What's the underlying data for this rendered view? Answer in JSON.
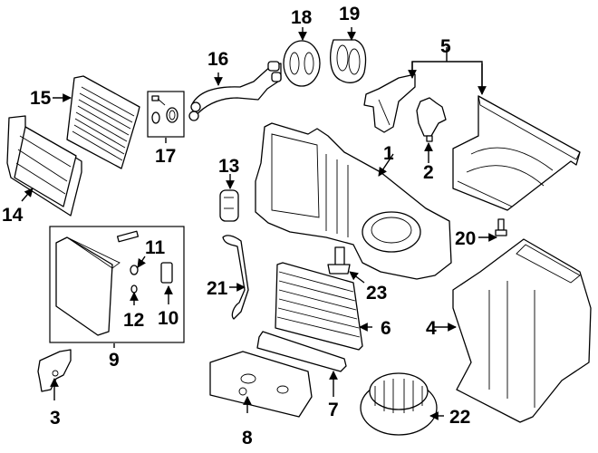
{
  "diagram": {
    "type": "exploded-parts-diagram",
    "subject": "HVAC heater / evaporator housing assembly",
    "callouts": [
      {
        "id": "c1",
        "label": "1",
        "part": "housing-upper"
      },
      {
        "id": "c2",
        "label": "2",
        "part": "actuator"
      },
      {
        "id": "c3",
        "label": "3",
        "part": "actuator-lower"
      },
      {
        "id": "c4",
        "label": "4",
        "part": "housing-lower"
      },
      {
        "id": "c5",
        "label": "5",
        "part": "housing-cover-with-bracket"
      },
      {
        "id": "c6",
        "label": "6",
        "part": "cabin-air-filter"
      },
      {
        "id": "c7",
        "label": "7",
        "part": "filter-cover-strip"
      },
      {
        "id": "c8",
        "label": "8",
        "part": "filter-access-plate"
      },
      {
        "id": "c9",
        "label": "9",
        "part": "evaporator-kit"
      },
      {
        "id": "c10",
        "label": "10",
        "part": "expansion-valve"
      },
      {
        "id": "c11",
        "label": "11",
        "part": "o-ring"
      },
      {
        "id": "c12",
        "label": "12",
        "part": "o-ring-small"
      },
      {
        "id": "c13",
        "label": "13",
        "part": "sensor"
      },
      {
        "id": "c14",
        "label": "14",
        "part": "evaporator-core"
      },
      {
        "id": "c15",
        "label": "15",
        "part": "heater-core"
      },
      {
        "id": "c16",
        "label": "16",
        "part": "heater-pipes"
      },
      {
        "id": "c17",
        "label": "17",
        "part": "hardware-kit"
      },
      {
        "id": "c18",
        "label": "18",
        "part": "seal"
      },
      {
        "id": "c19",
        "label": "19",
        "part": "gasket"
      },
      {
        "id": "c20",
        "label": "20",
        "part": "bolt"
      },
      {
        "id": "c21",
        "label": "21",
        "part": "drain-hose"
      },
      {
        "id": "c22",
        "label": "22",
        "part": "blower-motor"
      },
      {
        "id": "c23",
        "label": "23",
        "part": "blower-resistor"
      }
    ]
  }
}
